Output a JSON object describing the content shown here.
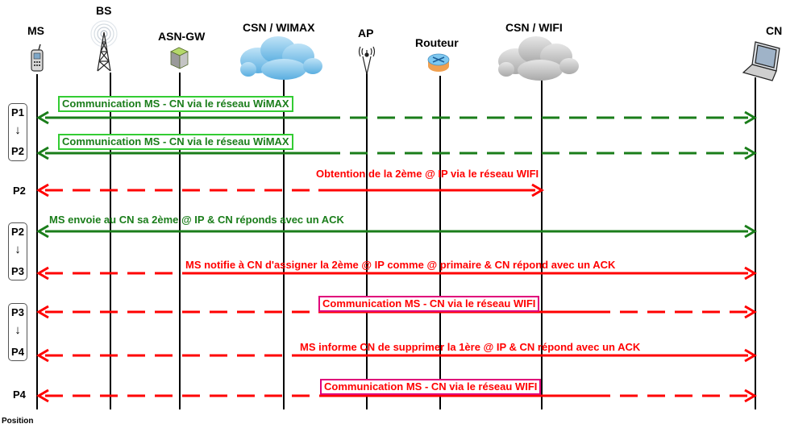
{
  "entities": [
    "MS",
    "BS",
    "ASN-GW",
    "CSN / WIMAX",
    "AP",
    "Routeur",
    "CSN / WIFI",
    "CN"
  ],
  "icons": [
    "phone-icon",
    "antenna-tower-icon",
    "gateway-cube-icon",
    "cloud-icon",
    "access-point-icon",
    "router-icon",
    "cloud-icon",
    "laptop-icon"
  ],
  "colors": {
    "green": "#1a7d1a",
    "red": "#ff0000",
    "green_box": "#33cc33",
    "pink_box": "#e0007a"
  },
  "messages": [
    {
      "text": "Communication MS - CN via le réseau WiMAX",
      "color": "green",
      "boxed": true
    },
    {
      "text": "Communication MS - CN via le réseau WiMAX",
      "color": "green",
      "boxed": true
    },
    {
      "text": "Obtention de la 2ème @ IP via le réseau WIFI",
      "color": "red",
      "boxed": false
    },
    {
      "text": "MS envoie au CN sa 2ème @ IP & CN réponds avec un ACK",
      "color": "green",
      "boxed": false
    },
    {
      "text": "MS notifie à CN d'assigner la 2ème @ IP comme @ primaire & CN répond avec un ACK",
      "color": "red",
      "boxed": false
    },
    {
      "text": "Communication MS - CN via le réseau WIFI",
      "color": "red",
      "boxed": true
    },
    {
      "text": "MS informe CN de supprimer la 1ère @ IP & CN répond avec un ACK",
      "color": "red",
      "boxed": false
    },
    {
      "text": "Communication MS - CN via le réseau WIFI",
      "color": "red",
      "boxed": true
    }
  ],
  "positions": {
    "range1": {
      "from": "P1",
      "to": "P2"
    },
    "single1": "P2",
    "range2": {
      "from": "P2",
      "to": "P3"
    },
    "range3": {
      "from": "P3",
      "to": "P4"
    },
    "single2": "P4",
    "arrow_glyph": "↓"
  },
  "footer": "Position"
}
